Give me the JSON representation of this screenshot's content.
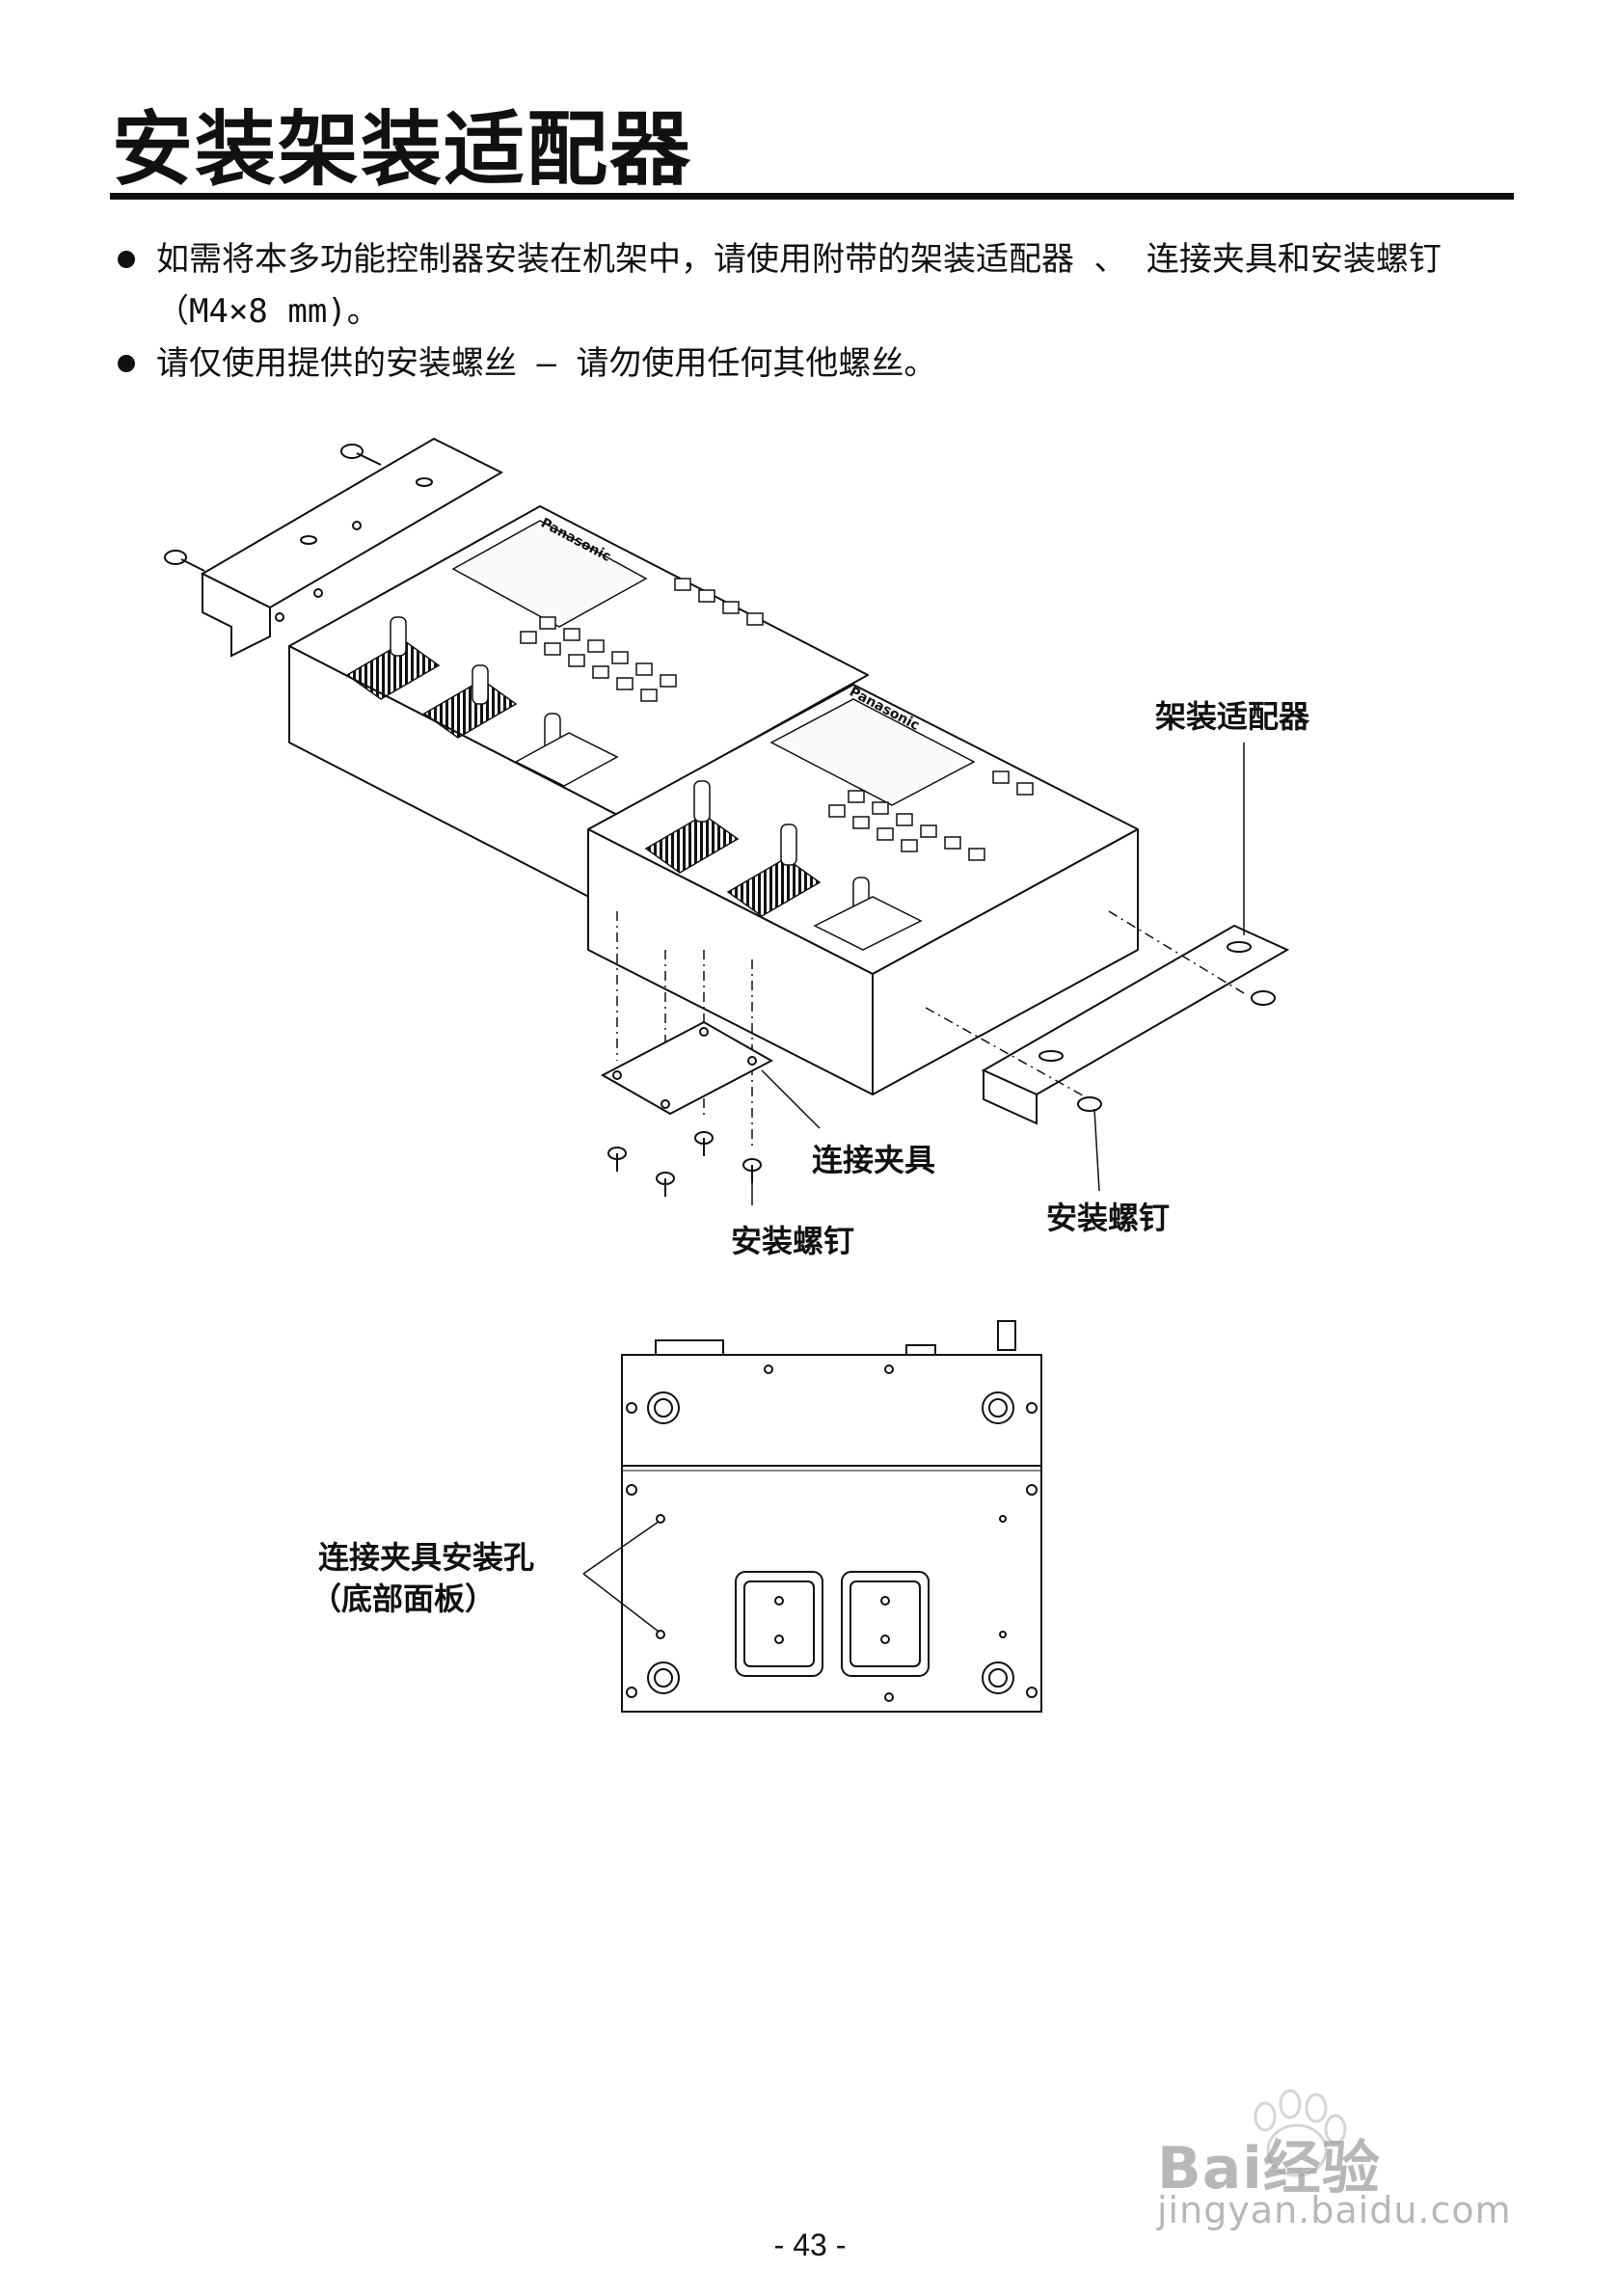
{
  "title": "安装架装适配器",
  "bullets": [
    "如需将本多功能控制器安装在机架中，请使用附带的架装适配器 、 连接夹具和安装螺钉（M4×8 mm)。",
    "请仅使用提供的安装螺丝 — 请勿使用任何其他螺丝。"
  ],
  "diagram1": {
    "labels": {
      "rack_adapter": "架装适配器",
      "joint_bracket": "连接夹具",
      "mounting_screw_bottom": "安装螺钉",
      "mounting_screw_right": "安装螺钉"
    },
    "brand": "Panasonic"
  },
  "diagram2": {
    "label_line1": "连接夹具安装孔",
    "label_line2": "（底部面板）"
  },
  "page_number": "- 43 -",
  "watermark": {
    "brand": "Bai经验",
    "url": "jingyan.baidu.com"
  }
}
